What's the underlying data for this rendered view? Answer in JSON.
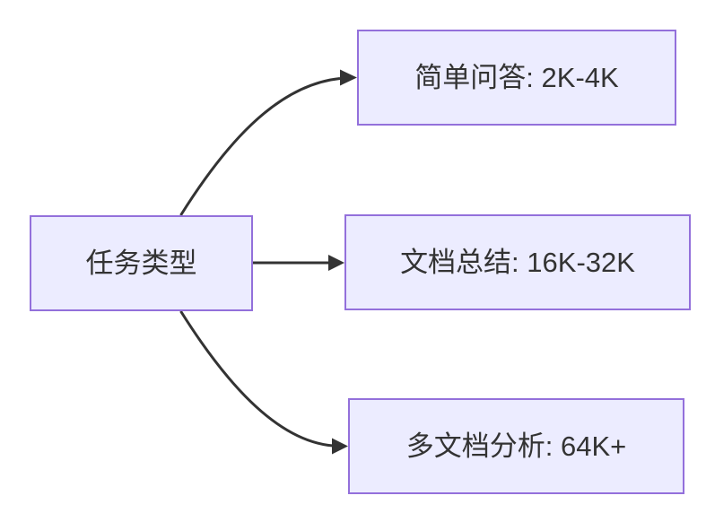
{
  "diagram": {
    "type": "flowchart",
    "direction": "left-to-right",
    "colors": {
      "node_fill": "#ECECFF",
      "node_border": "#9370DB",
      "edge": "#333333",
      "text": "#333333",
      "background": "#FFFFFF"
    },
    "nodes": [
      {
        "id": "root",
        "label": "任务类型"
      },
      {
        "id": "simple-qa",
        "label": "简单问答: 2K-4K"
      },
      {
        "id": "doc-summary",
        "label": "文档总结: 16K-32K"
      },
      {
        "id": "multi-doc",
        "label": "多文档分析: 64K+"
      }
    ],
    "edges": [
      {
        "from": "root",
        "to": "simple-qa"
      },
      {
        "from": "root",
        "to": "doc-summary"
      },
      {
        "from": "root",
        "to": "multi-doc"
      }
    ]
  }
}
